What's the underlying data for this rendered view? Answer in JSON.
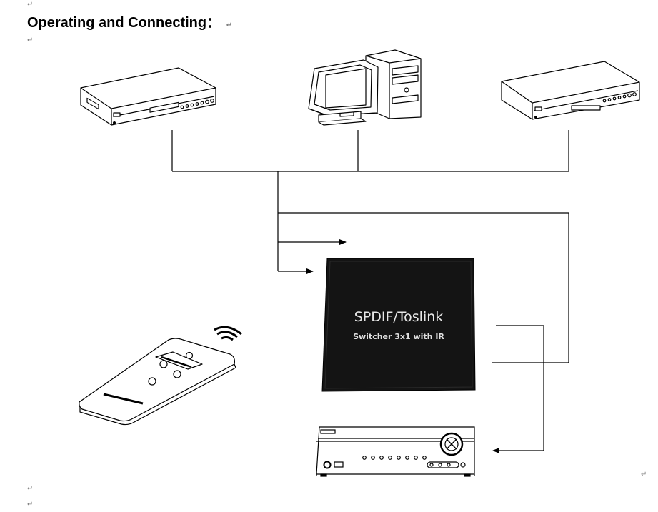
{
  "document": {
    "heading": "Operating and Connecting：",
    "paragraph_mark": "↵"
  },
  "switcher": {
    "brand": "SPDIF/Toslink",
    "model": "Switcher 3x1 with IR"
  },
  "colors": {
    "line": "#000000",
    "box": "#141414",
    "box_text": "#e8e8e8",
    "paragraph_mark": "#808080"
  },
  "icons": {
    "dvd_left": "dvd-player-icon",
    "computer": "desktop-computer-icon",
    "dvd_right": "dvd-player-icon",
    "remote": "ir-remote-control-icon",
    "receiver": "av-receiver-icon"
  }
}
